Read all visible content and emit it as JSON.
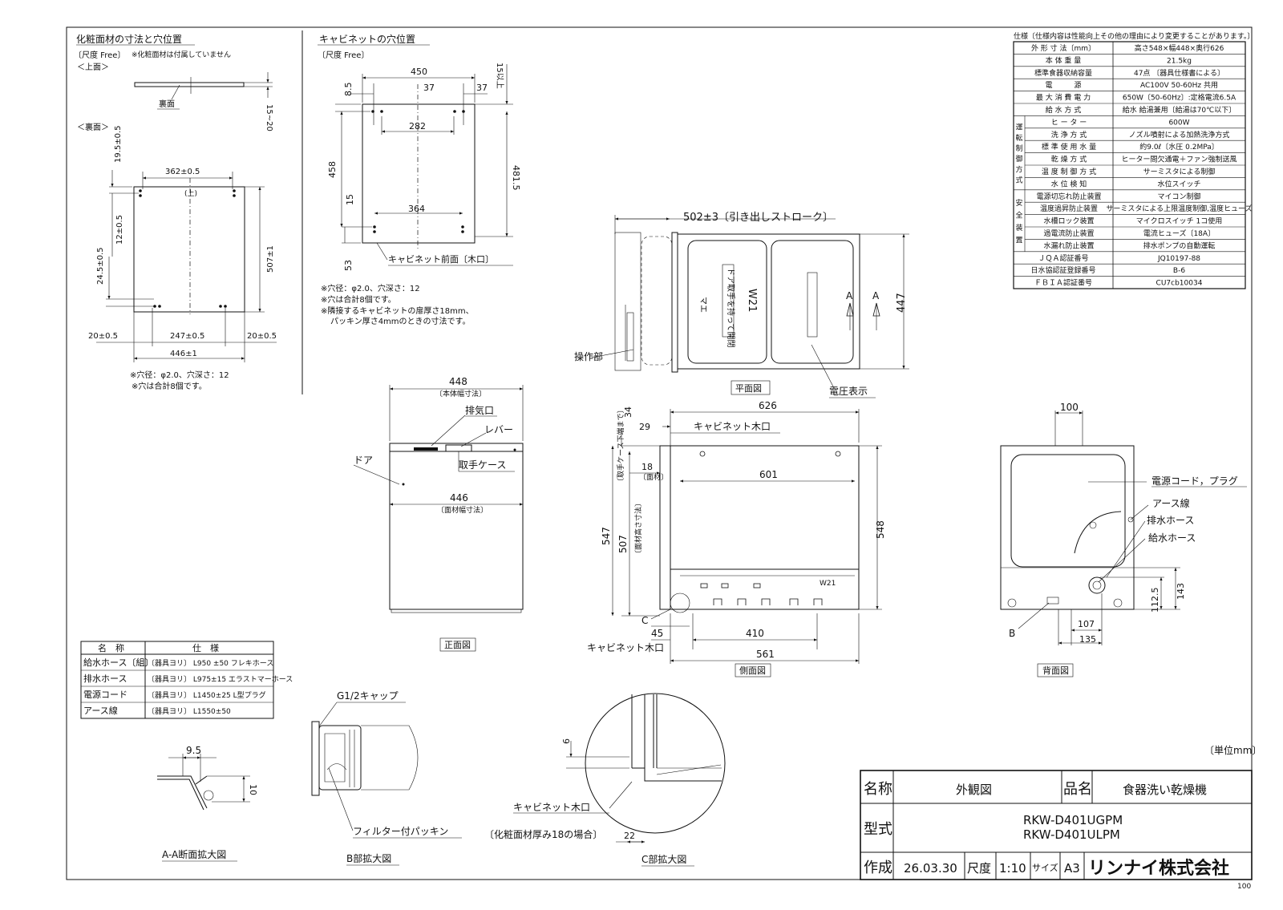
{
  "sections": {
    "panel_title": "化粧面材の寸法と穴位置",
    "panel_note": "〔尺度 Free〕",
    "panel_note2": "※化粧面材は付属していません",
    "top_face": "＜上面＞",
    "back_label": "裏面",
    "back_face": "＜裏面＞",
    "top_label": "(上)",
    "panel_holes_1": "※穴径：φ2.0、穴深さ：12",
    "panel_holes_2": "※穴は合計8個です。",
    "cab_title": "キャビネットの穴位置",
    "cab_note": "〔尺度 Free〕",
    "cab_front": "キャビネット前面〔木口〕",
    "cab_holes_1": "※穴径：φ2.0、穴深さ：12",
    "cab_holes_2": "※穴は合計8個です。",
    "cab_holes_3": "※隣接するキャビネットの扉厚さ18mm、",
    "cab_holes_4": "パッキン厚さ4mmのときの寸法です。"
  },
  "dims": {
    "p_1520": "15~20",
    "p_195": "19.5±0.5",
    "p_362": "362±0.5",
    "p_12": "12±0.5",
    "p_245": "24.5±0.5",
    "p_507": "507±1",
    "p_20a": "20±0.5",
    "p_247": "247±0.5",
    "p_20b": "20±0.5",
    "p_446": "446±1",
    "c_450": "450",
    "c_37a": "37",
    "c_37b": "37",
    "c_85": "8.5",
    "c_15top": "15以上",
    "c_282": "282",
    "c_458": "458",
    "c_4815": "481.5",
    "c_15": "15",
    "c_364": "364",
    "c_53": "53",
    "pl_502": "502±3〔引き出しストローク〕",
    "pl_447": "447",
    "pl_A1": "A",
    "pl_A2": "A",
    "f_448": "448",
    "f_448n": "〔本体幅寸法〕",
    "f_446": "446",
    "f_446n": "〔面材幅寸法〕",
    "s_626": "626",
    "s_34": "34",
    "s_29": "29",
    "s_cab": "キャビネット木口",
    "s_18": "18",
    "s_18n": "〔面材〕",
    "s_601": "601",
    "s_547": "547",
    "s_547n": "〔取手ケース下端まで〕",
    "s_507": "507",
    "s_507n": "〔面材高さ寸法〕",
    "s_548": "548",
    "s_C": "C",
    "s_45": "45",
    "s_410": "410",
    "s_561": "561",
    "s_cab2": "キャビネット木口",
    "b_100": "100",
    "b_1125": "112.5",
    "b_143": "143",
    "b_107": "107",
    "b_135": "135",
    "b_B": "B",
    "aa_95": "9.5",
    "aa_10": "10",
    "c_6": "6",
    "c_22": "22"
  },
  "labels": {
    "control": "操作部",
    "voltage": "電圧表示",
    "plan_view": "平面図",
    "exhaust": "排気口",
    "lever": "レバー",
    "door": "ドア",
    "handle_case": "取手ケース",
    "front_view": "正面図",
    "side_view": "側面図",
    "back_view": "背面図",
    "power_cord": "電源コード，プラグ",
    "earth_wire": "アース線",
    "drain_hose": "排水ホース",
    "supply_hose": "給水ホース",
    "g12_cap": "G1/2キャップ",
    "filter_packing": "フィルター付パッキン",
    "cab_edge": "キャビネット木口",
    "panel18": "〔化粧面材厚み18の場合〕",
    "aa_view": "A-A断面拡大図",
    "b_view": "B部拡大図",
    "c_view": "C部拡大図",
    "unit": "〔単位mm〕",
    "page_no": "100",
    "door_sticker": "ドア取手を持って開閉",
    "w21": "W21",
    "mark": "マエ"
  },
  "parts_table": {
    "headers": [
      "名　称",
      "仕　様"
    ],
    "rows": [
      [
        "給水ホース〔組〕",
        "〔器具ヨリ〕 L950 ±50 フレキホース"
      ],
      [
        "排水ホース",
        "〔器具ヨリ〕 L975±15 エラストマーホース"
      ],
      [
        "電源コード",
        "〔器具ヨリ〕 L1450±25 L型プラグ"
      ],
      [
        "アース線",
        "〔器具ヨリ〕 L1550±50"
      ]
    ]
  },
  "spec_table": {
    "title": "仕様〔仕様内容は性能向上その他の理由により変更することがあります。〕",
    "group_run": "運転制御方式",
    "group_safe": "安全装置",
    "rows": [
      [
        "外 形 寸 法〔mm〕",
        "高さ548×幅448×奥行626"
      ],
      [
        "本 体 重 量",
        "21.5kg"
      ],
      [
        "標準食器収納容量",
        "47点 〔器具仕様書による〕"
      ],
      [
        "電　　　源",
        "AC100V 50-60Hz 共用"
      ],
      [
        "最 大 消 費 電 力",
        "650W〔50-60Hz〕:定格電流6.5A"
      ],
      [
        "給 水 方 式",
        "給水 給湯兼用〔給湯は70℃以下〕"
      ],
      [
        "ヒ ー タ ー",
        "600W"
      ],
      [
        "洗 浄 方 式",
        "ノズル噴射による加熱洗浄方式"
      ],
      [
        "標 準 使 用 水 量",
        "約9.0ℓ〔水圧 0.2MPa〕"
      ],
      [
        "乾 燥 方 式",
        "ヒーター間欠通電＋ファン強制送風"
      ],
      [
        "温 度 制 御 方 式",
        "サーミスタによる制御"
      ],
      [
        "水 位 検 知",
        "水位スイッチ"
      ],
      [
        "電源切忘れ防止装置",
        "マイコン制御"
      ],
      [
        "温度過昇防止装置",
        "サーミスタによる上限温度制御,温度ヒューズ"
      ],
      [
        "水槽ロック装置",
        "マイクロスイッチ 1コ使用"
      ],
      [
        "過電流防止装置",
        "電流ヒューズ〔18A〕"
      ],
      [
        "水漏れ防止装置",
        "排水ポンプの自動運転"
      ],
      [
        "ＪＱＡ認証番号",
        "JQ10197-88"
      ],
      [
        "日水協認証登録番号",
        "B-6"
      ],
      [
        "ＦＢＩＡ認証番号",
        "CU7cb10034"
      ]
    ]
  },
  "title_block": {
    "name_label": "名称",
    "name_value": "外観図",
    "product_label": "品名",
    "product_value": "食器洗い乾燥機",
    "model_label": "型式",
    "model_1": "RKW-D401UGPM",
    "model_2": "RKW-D401ULPM",
    "date_label": "作成",
    "date_value": "26.03.30",
    "scale_label": "尺度",
    "scale_value": "1:10",
    "size_label": "サイズ",
    "size_value": "A3",
    "company": "リンナイ株式会社"
  }
}
